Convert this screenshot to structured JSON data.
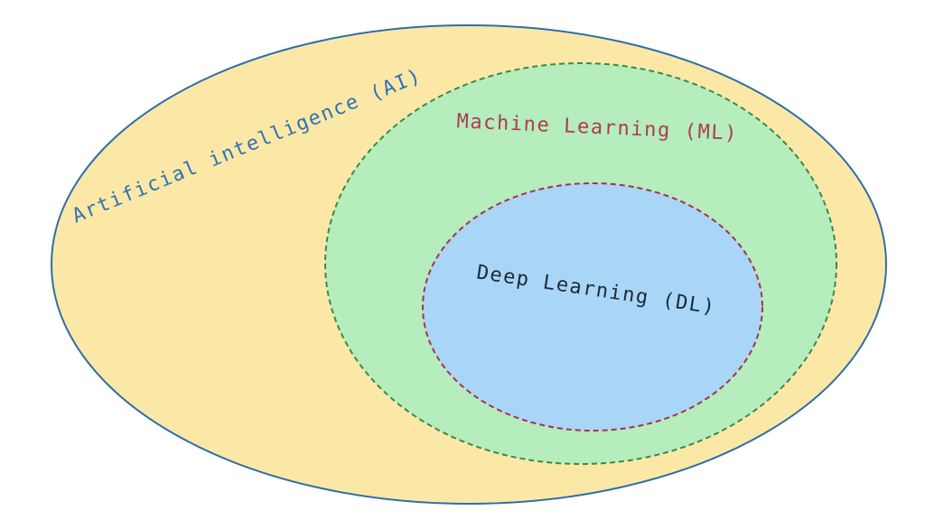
{
  "sets": [
    {
      "id": "ai",
      "label": "Artificial intelligence (AI)",
      "fill": "#fce8a6",
      "stroke": "#2f6ea8",
      "text_color": "#2f72b4"
    },
    {
      "id": "ml",
      "label": "Machine Learning (ML)",
      "fill": "#b5edbd",
      "stroke": "#3a8a48",
      "text_color": "#b03a52"
    },
    {
      "id": "dl",
      "label": "Deep Learning (DL)",
      "fill": "#a9d6f7",
      "stroke": "#a83050",
      "text_color": "#1c2a38"
    }
  ]
}
